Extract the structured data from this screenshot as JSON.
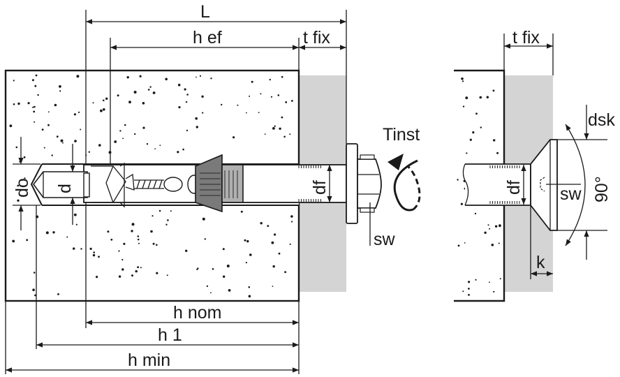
{
  "labels": {
    "L": "L",
    "h_ef": "h ef",
    "t_fix": "t fix",
    "t_fix_detail": "t fix",
    "do": "do",
    "d": "d",
    "df": "df",
    "df_detail": "df",
    "tinst": "Tinst",
    "sw": "sw",
    "sw_detail": "sw",
    "h_nom": "h nom",
    "h_1": "h 1",
    "h_min": "h min",
    "dsk": "dsk",
    "angle": "90°",
    "k": "k"
  },
  "colors": {
    "line": "#1a1a1a",
    "fixture": "#d4d4d4",
    "cone": "#7a7a7a",
    "sleeve": "#b0b0b0",
    "concrete": "#ffffff"
  }
}
